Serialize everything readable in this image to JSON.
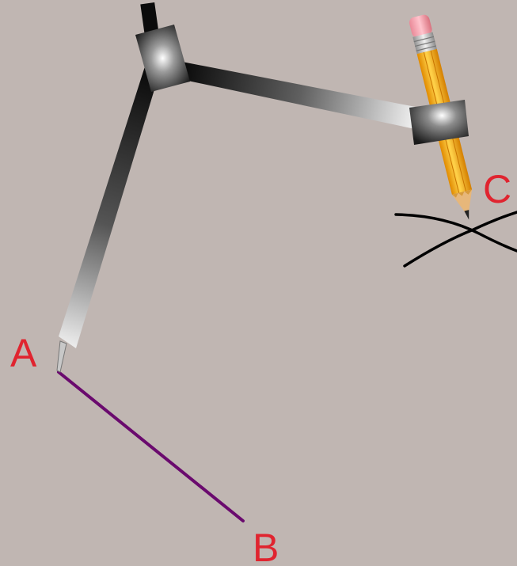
{
  "scene": {
    "background": "#c0b6b2",
    "label_color": "#e0242f",
    "segment_color": "#6a0a6e",
    "arc_color": "#000000",
    "points": {
      "a": {
        "label": "A"
      },
      "b": {
        "label": "B"
      },
      "c": {
        "label": "C"
      }
    },
    "tools": {
      "compass": "compass-icon",
      "pencil": "pencil-icon"
    }
  }
}
